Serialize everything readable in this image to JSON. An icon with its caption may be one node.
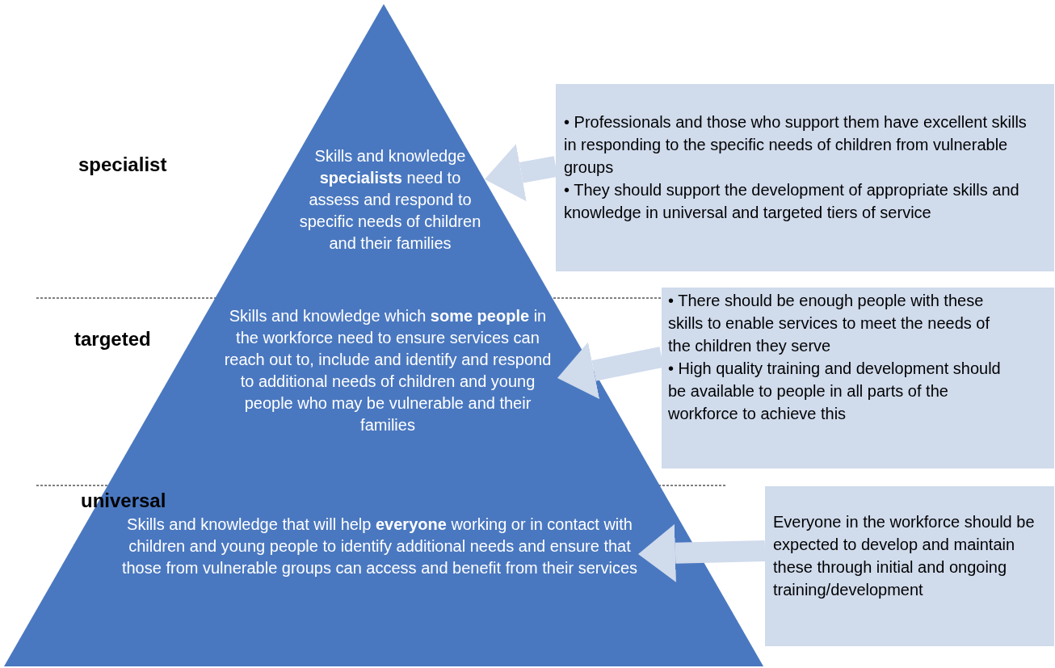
{
  "diagram": {
    "nodes": [
      {
        "text": [
          "specialist",
          "Skills and knowledge **specialists** need to assess and respond to specific needs of children and their families"
        ]
      },
      {
        "text": [
          "targeted",
          "Skills and knowledge which **some people** in the workforce need to ensure services can reach out to, include and identify and respond to additional needs of children and young people who may be vulnerable and their families"
        ]
      },
      {
        "text": [
          "universal",
          "Skills and knowledge that will help **everyone** working or in contact with children and young people to identify additional needs and ensure that those from vulnerable groups can access and benefit from their services"
        ]
      },
      {
        "text": [
          "• Professionals and those who support them have excellent skills in responding to the specific needs of children from vulnerable groups",
          "• They should support the development of appropriate skills and knowledge in universal and targeted tiers of service"
        ]
      },
      {
        "text": [
          "• There should be enough people with these skills to enable services to meet the needs of the children they serve",
          "• High quality training and development should be available to people in all parts of the workforce to achieve this"
        ]
      },
      {
        "text": [
          "Everyone in the workforce should be expected to develop and maintain these through initial and ongoing training/development"
        ]
      }
    ],
    "edges": [
      {
        "from": 3,
        "to": 0,
        "arrow": "to"
      },
      {
        "from": 4,
        "to": 1,
        "arrow": "to"
      },
      {
        "from": 5,
        "to": 2,
        "arrow": "to"
      }
    ]
  }
}
